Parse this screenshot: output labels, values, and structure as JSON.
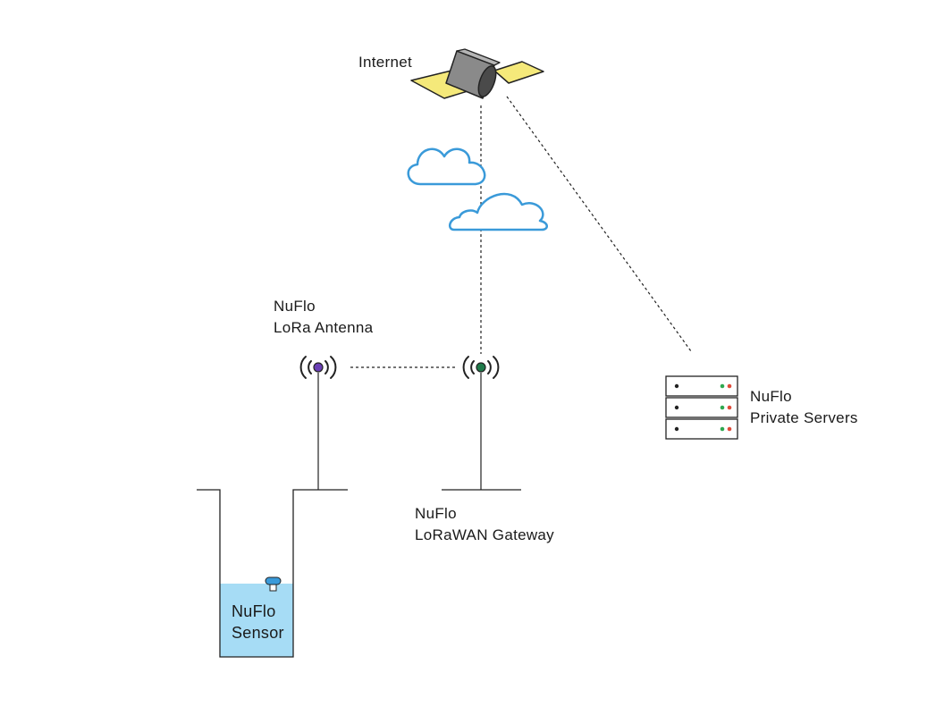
{
  "labels": {
    "internet": "Internet",
    "antenna_line1": "NuFlo",
    "antenna_line2": "LoRa Antenna",
    "gateway_line1": "NuFlo",
    "gateway_line2": "LoRaWAN Gateway",
    "servers_line1": "NuFlo",
    "servers_line2": "Private Servers",
    "sensor_line1": "NuFlo",
    "sensor_line2": "Sensor"
  },
  "icons": {
    "satellite": "satellite-icon",
    "cloud": "cloud-icon",
    "antenna": "antenna-signal-icon",
    "gateway": "gateway-signal-icon",
    "server": "server-rack-icon",
    "sensor": "sensor-icon",
    "tank": "water-tank-icon"
  },
  "colors": {
    "cloud_stroke": "#3a9ad9",
    "water_fill": "#a6dcf5",
    "antenna_dot": "#6a3fb5",
    "gateway_dot": "#1f7a4a",
    "satellite_panel": "#f5e97a",
    "server_led_green": "#2fa84f",
    "server_led_red": "#e04b3a"
  }
}
